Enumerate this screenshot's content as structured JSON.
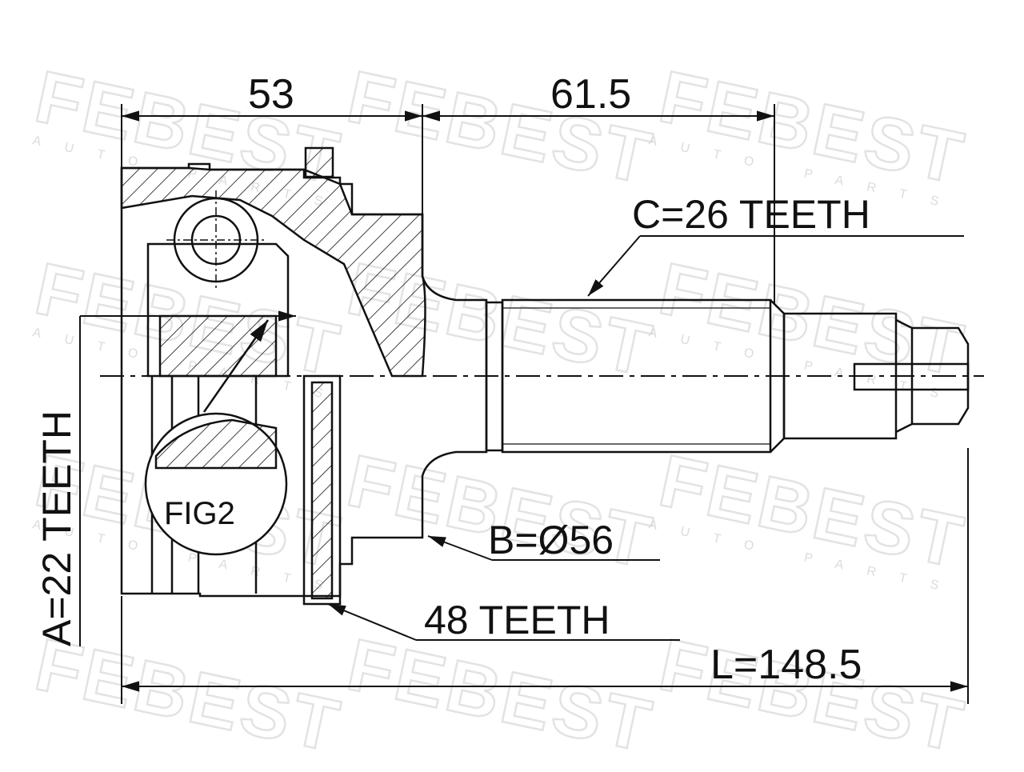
{
  "watermark": {
    "brand": "FEBEST",
    "sub": "AUTO PARTS"
  },
  "dimensions": {
    "d1": "53",
    "d2": "61.5",
    "length": "L=148.5"
  },
  "labels": {
    "spline_c": "C=26 TEETH",
    "diameter_b": "B=Ø56",
    "abs_ring": "48 TEETH",
    "spline_a": "A=22 TEETH",
    "detail": "FIG2"
  },
  "colors": {
    "line": "#111111",
    "watermark": "#e3e3e3"
  }
}
